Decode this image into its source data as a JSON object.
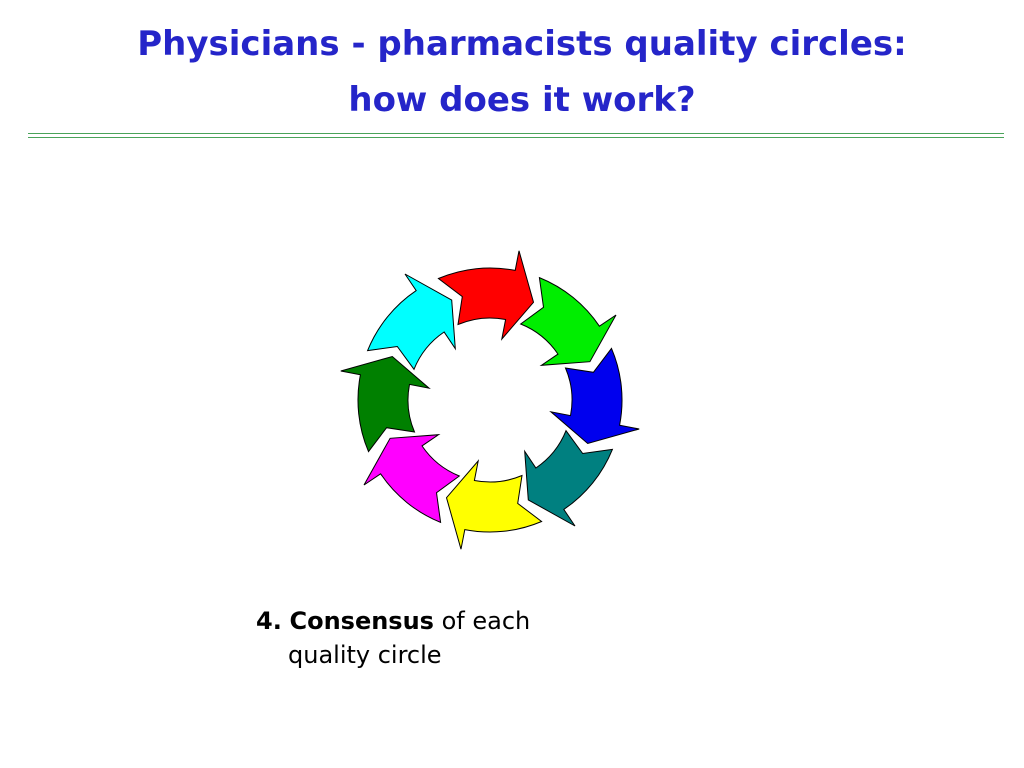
{
  "title": {
    "line1": "Physicians - pharmacists quality circles:",
    "line2": "how does it work?"
  },
  "caption": {
    "number": "4.",
    "term": "Consensus",
    "rest": "of each",
    "line2": "quality circle"
  },
  "cycle": {
    "segments": [
      {
        "color": "#ff0000"
      },
      {
        "color": "#00ee00"
      },
      {
        "color": "#0000ee"
      },
      {
        "color": "#008080"
      },
      {
        "color": "#ffff00"
      },
      {
        "color": "#ff00ff"
      },
      {
        "color": "#008000"
      },
      {
        "color": "#00ffff"
      }
    ]
  }
}
